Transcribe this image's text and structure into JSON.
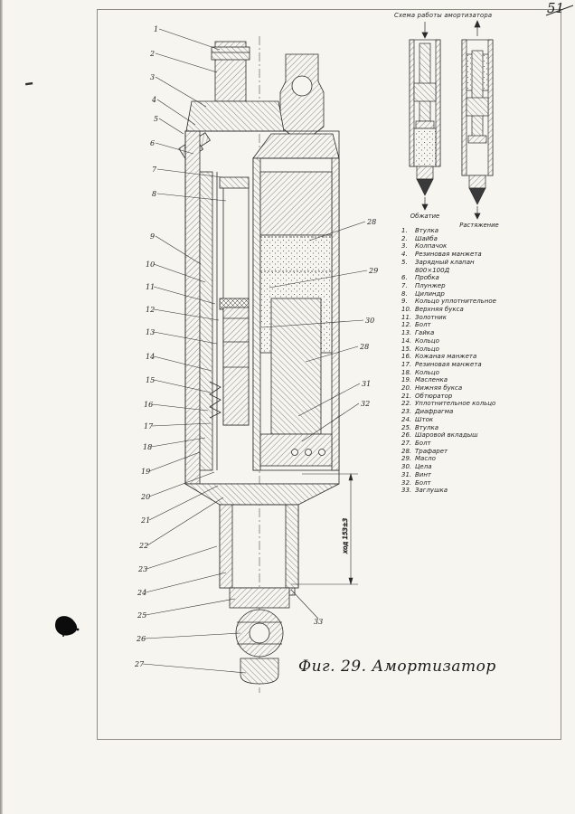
{
  "page_number": "51",
  "schema": {
    "title": "Схема работы амортизатора",
    "compress_label": "Обжатие",
    "extend_label": "Растяжение"
  },
  "dimension_label": "ход 153±3",
  "figure_caption": "Фиг. 29. Амортизатор",
  "callouts_left": [
    "1",
    "2",
    "3",
    "4",
    "5",
    "6",
    "7",
    "8",
    "9",
    "10",
    "11",
    "12",
    "13",
    "14",
    "15",
    "16",
    "17",
    "18",
    "19",
    "20",
    "21",
    "22",
    "23",
    "24",
    "25",
    "26",
    "27"
  ],
  "callouts_right": [
    "28",
    "29",
    "30",
    "28",
    "31",
    "32",
    "33"
  ],
  "parts": [
    {
      "num": "1.",
      "name": "Втулка"
    },
    {
      "num": "2.",
      "name": "Шайба"
    },
    {
      "num": "3.",
      "name": "Колпачок"
    },
    {
      "num": "4.",
      "name": "Резиновая манжета"
    },
    {
      "num": "5.",
      "name": "Зарядный клапан 800×100Д"
    },
    {
      "num": "6.",
      "name": "Пробка"
    },
    {
      "num": "7.",
      "name": "Плунжер"
    },
    {
      "num": "8.",
      "name": "Цилиндр"
    },
    {
      "num": "9.",
      "name": "Кольцо уплотнительное"
    },
    {
      "num": "10.",
      "name": "Верхняя букса"
    },
    {
      "num": "11.",
      "name": "Золотник"
    },
    {
      "num": "12.",
      "name": "Болт"
    },
    {
      "num": "13.",
      "name": "Гайка"
    },
    {
      "num": "14.",
      "name": "Кольцо"
    },
    {
      "num": "15.",
      "name": "Кольцо"
    },
    {
      "num": "16.",
      "name": "Кожаная манжета"
    },
    {
      "num": "17.",
      "name": "Резиновая манжета"
    },
    {
      "num": "18.",
      "name": "Кольцо"
    },
    {
      "num": "19.",
      "name": "Масленка"
    },
    {
      "num": "20.",
      "name": "Нижняя букса"
    },
    {
      "num": "21.",
      "name": "Обтюратор"
    },
    {
      "num": "22.",
      "name": "Уплотнительное кольцо"
    },
    {
      "num": "23.",
      "name": "Диафрагма"
    },
    {
      "num": "24.",
      "name": "Шток"
    },
    {
      "num": "25.",
      "name": "Втулка"
    },
    {
      "num": "26.",
      "name": "Шаровой вкладыш"
    },
    {
      "num": "27.",
      "name": "Болт"
    },
    {
      "num": "28.",
      "name": "Трафарет"
    },
    {
      "num": "29.",
      "name": "Масло"
    },
    {
      "num": "30.",
      "name": "Цела"
    },
    {
      "num": "31.",
      "name": "Винт"
    },
    {
      "num": "32.",
      "name": "Болт"
    },
    {
      "num": "33.",
      "name": "Заглушка"
    }
  ]
}
